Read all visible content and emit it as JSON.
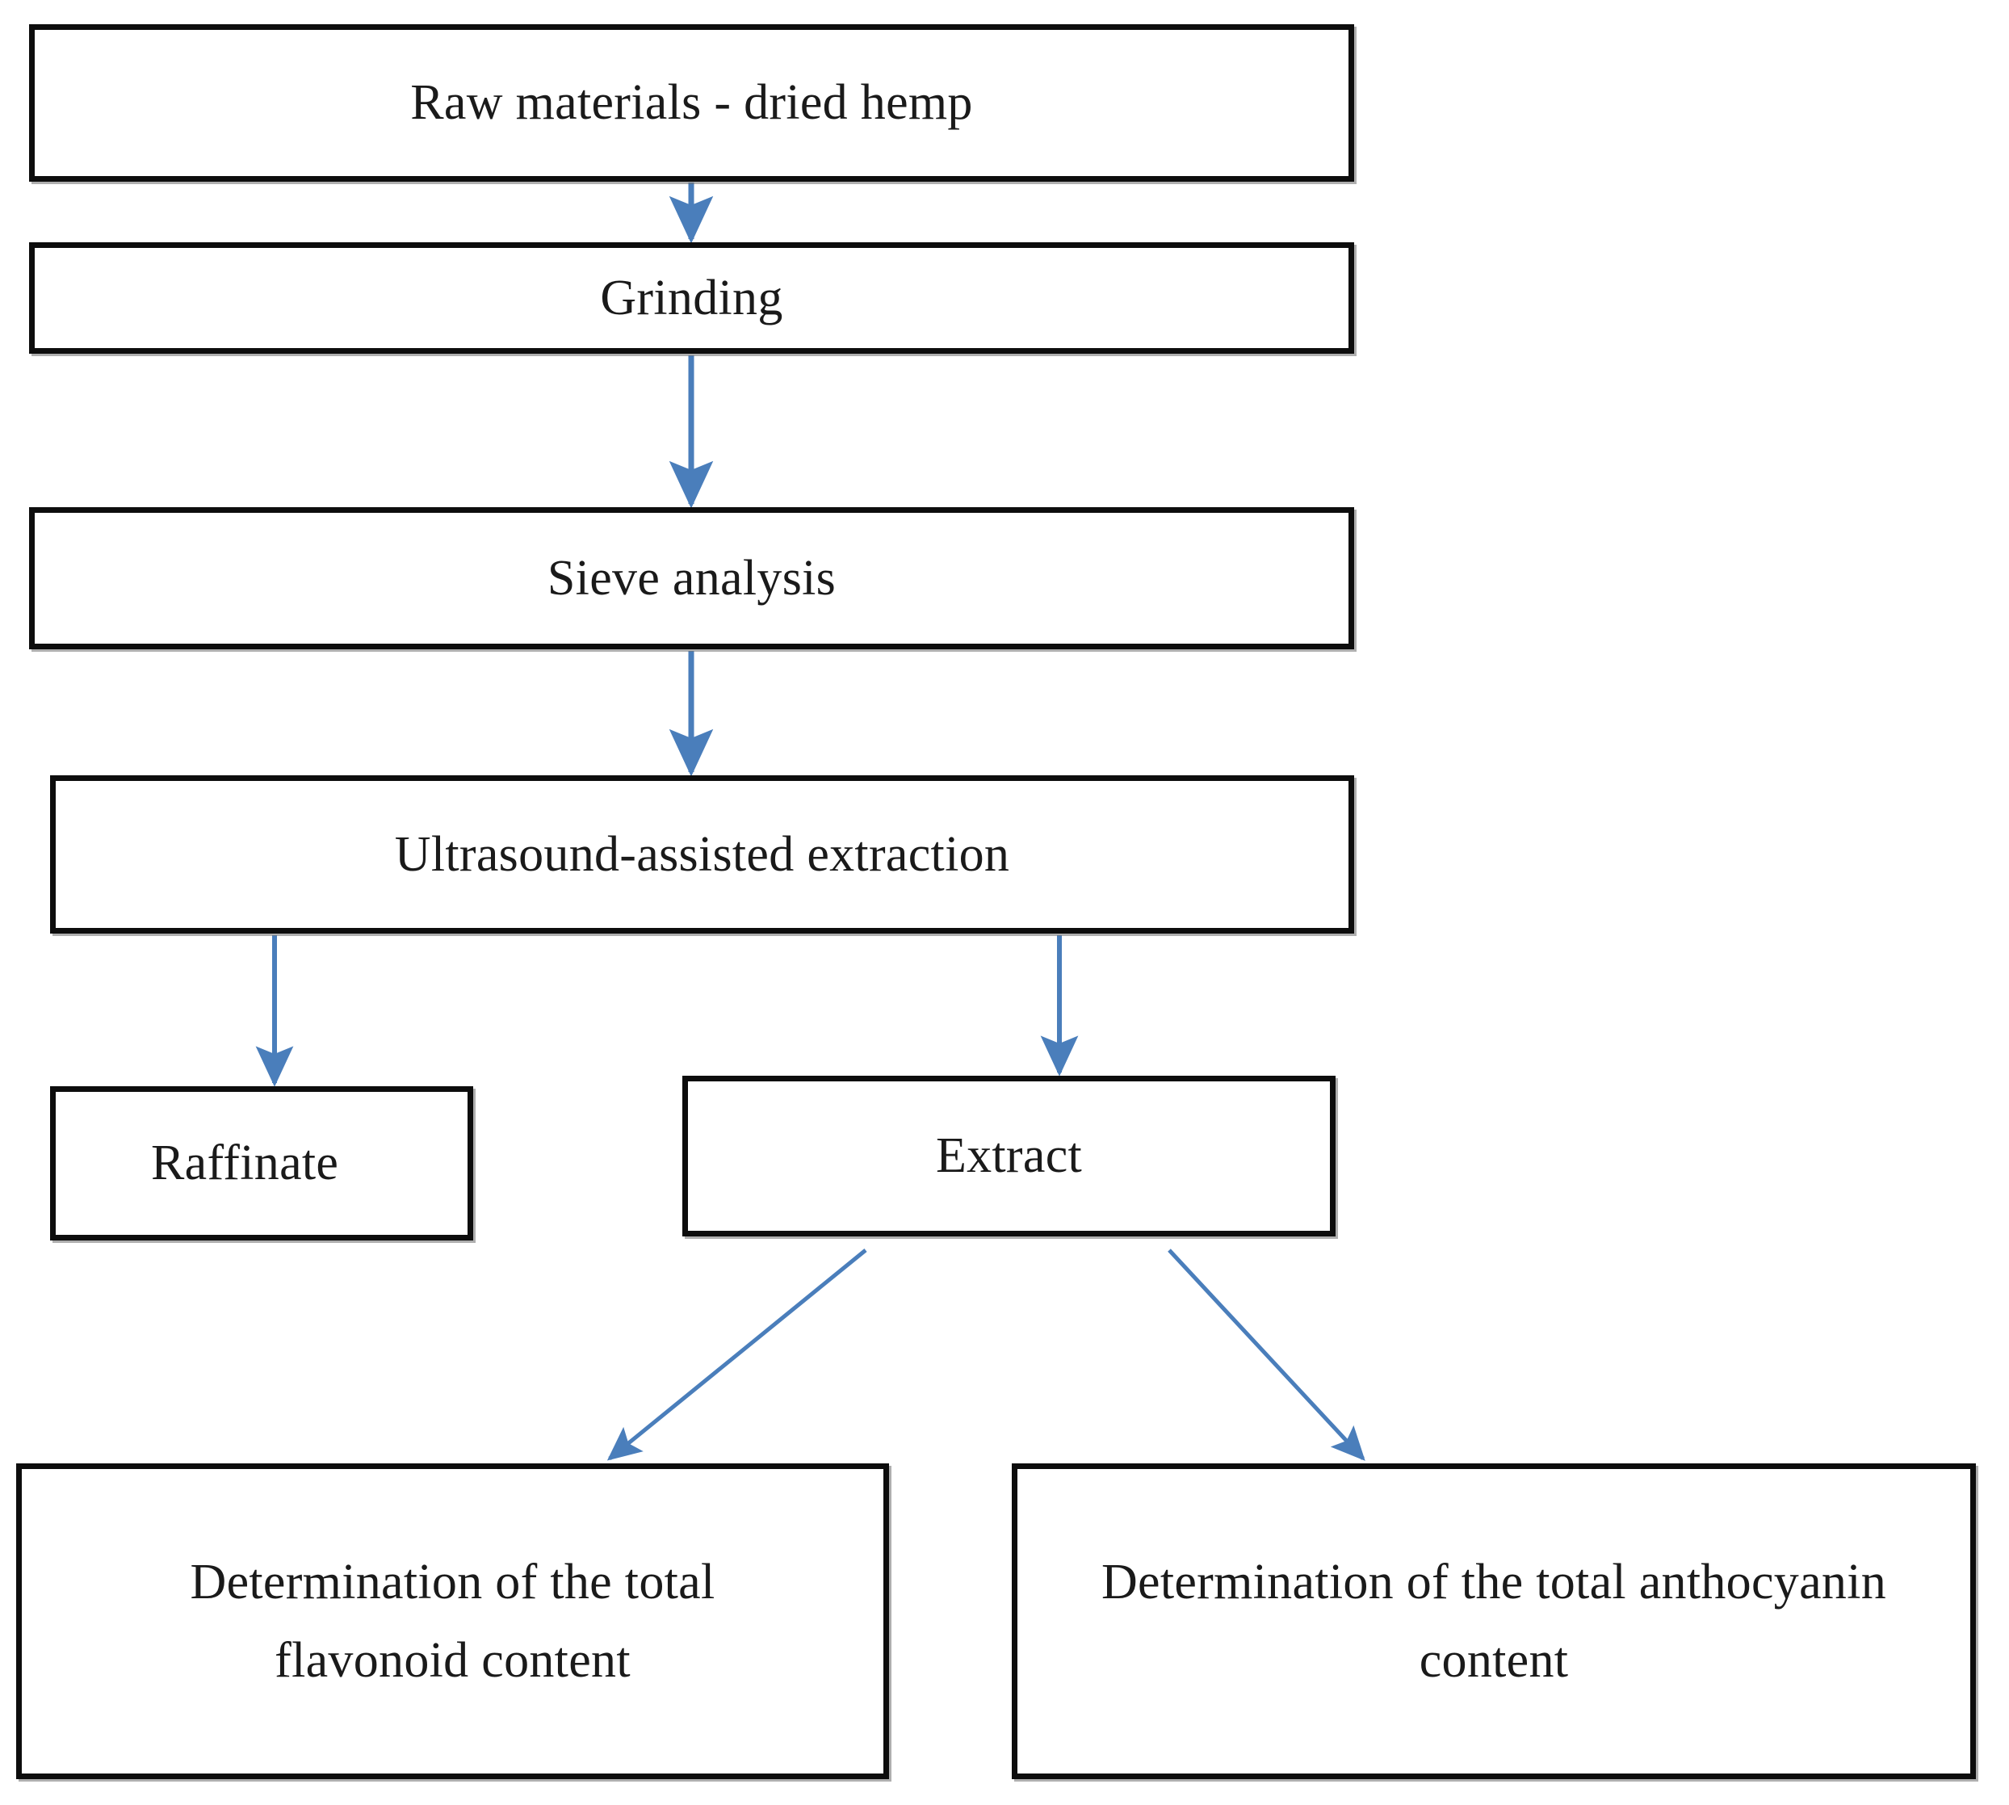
{
  "diagram": {
    "title": "Hemp extraction process flowchart",
    "background_color": "#ffffff",
    "box_border_color": "#0d0d0d",
    "arrow_color": "#4a7ebb",
    "text_color": "#1a1a1a",
    "nodes": [
      {
        "id": "raw-materials",
        "label": "Raw materials - dried hemp"
      },
      {
        "id": "grinding",
        "label": "Grinding"
      },
      {
        "id": "sieve-analysis",
        "label": "Sieve analysis"
      },
      {
        "id": "ultrasound",
        "label": "Ultrasound-assisted extraction"
      },
      {
        "id": "raffinate",
        "label": "Raffinate"
      },
      {
        "id": "extract",
        "label": "Extract"
      },
      {
        "id": "flavonoid",
        "label": "Determination of the total flavonoid content"
      },
      {
        "id": "anthocyanin",
        "label": "Determination of the total anthocyanin content"
      }
    ],
    "edges": [
      {
        "from": "raw-materials",
        "to": "grinding",
        "style": "straight-down"
      },
      {
        "from": "grinding",
        "to": "sieve-analysis",
        "style": "straight-down"
      },
      {
        "from": "sieve-analysis",
        "to": "ultrasound",
        "style": "straight-down"
      },
      {
        "from": "ultrasound",
        "to": "raffinate",
        "style": "straight-down"
      },
      {
        "from": "ultrasound",
        "to": "extract",
        "style": "straight-down"
      },
      {
        "from": "extract",
        "to": "flavonoid",
        "style": "diagonal-left"
      },
      {
        "from": "extract",
        "to": "anthocyanin",
        "style": "diagonal-right"
      }
    ]
  }
}
